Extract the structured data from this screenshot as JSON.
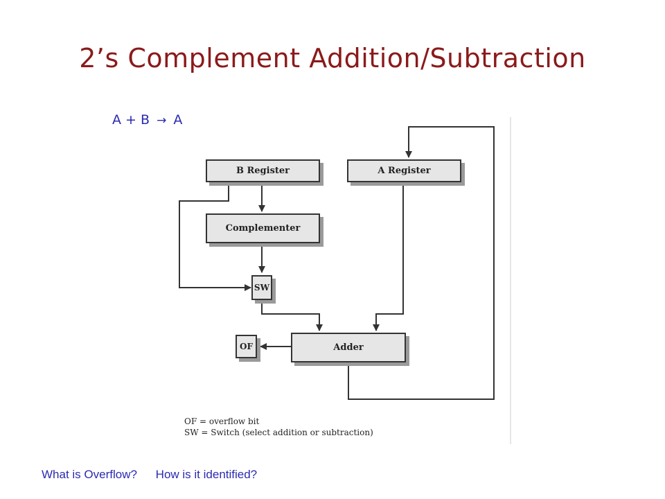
{
  "slide": {
    "title": "2’s Complement Addition/Subtraction"
  },
  "formula": {
    "left": "A + B",
    "arrow": "→",
    "right": "A"
  },
  "diagram": {
    "blocks": {
      "b_register": "B Register",
      "a_register": "A Register",
      "complementer": "Complementer",
      "sw": "SW",
      "adder": "Adder",
      "of": "OF"
    },
    "legend": {
      "line1": "OF = overflow bit",
      "line2": "SW = Switch (select addition or subtraction)"
    }
  },
  "questions": {
    "q1": "What is Overflow?",
    "q2": "How is it identified?"
  },
  "colors": {
    "title": "#8b1a1a",
    "accent_text": "#2a2ab0",
    "block_fill": "#e6e6e6",
    "block_shadow": "#9a9a9a",
    "line": "#333333"
  }
}
